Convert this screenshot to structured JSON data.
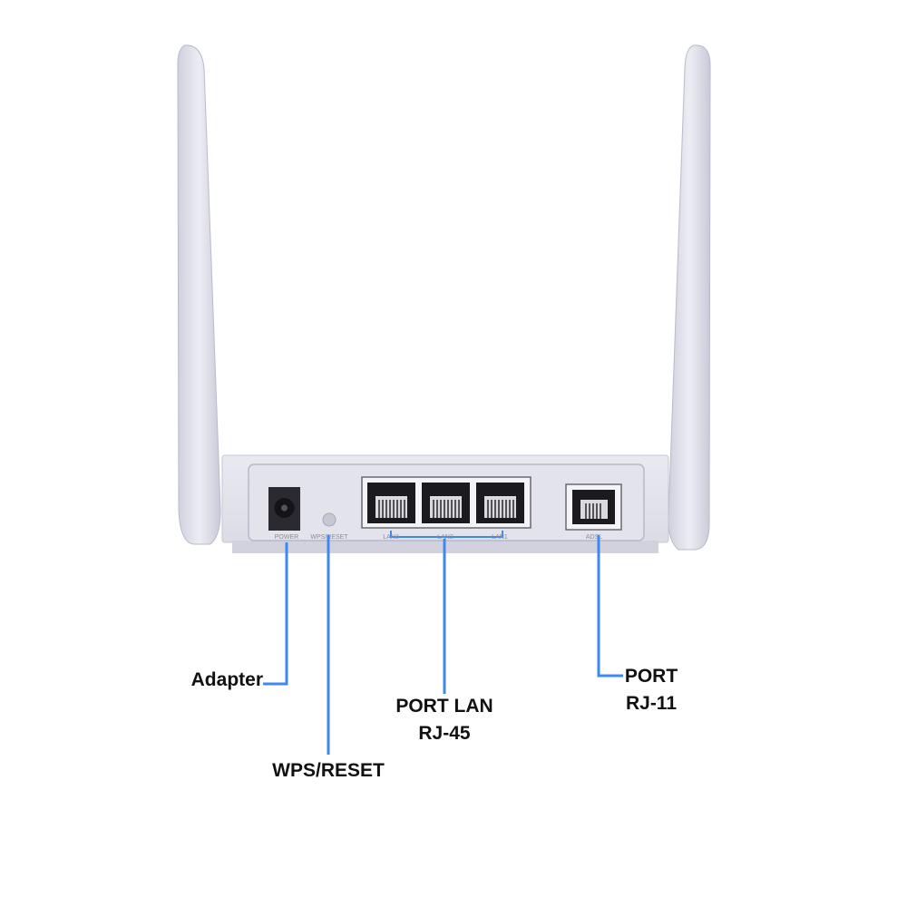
{
  "device": {
    "ports": [
      {
        "id": "power",
        "print": "POWER"
      },
      {
        "id": "wps_reset",
        "print": "WPS/RESET"
      },
      {
        "id": "lan3",
        "print": "LAN3"
      },
      {
        "id": "lan2",
        "print": "LAN2"
      },
      {
        "id": "lan1",
        "print": "LAN1"
      },
      {
        "id": "adsl",
        "print": "ADSL"
      }
    ]
  },
  "callouts": {
    "adapter": "Adapter",
    "wps_reset": "WPS/RESET",
    "port_lan": {
      "line1": "PORT LAN",
      "line2": "RJ-45"
    },
    "port_rj11": {
      "line1": "PORT",
      "line2": "RJ-11"
    }
  },
  "colors": {
    "leader_line": "#3f88f2",
    "body": "#e6e6ef",
    "antenna": "#dedfe9"
  }
}
